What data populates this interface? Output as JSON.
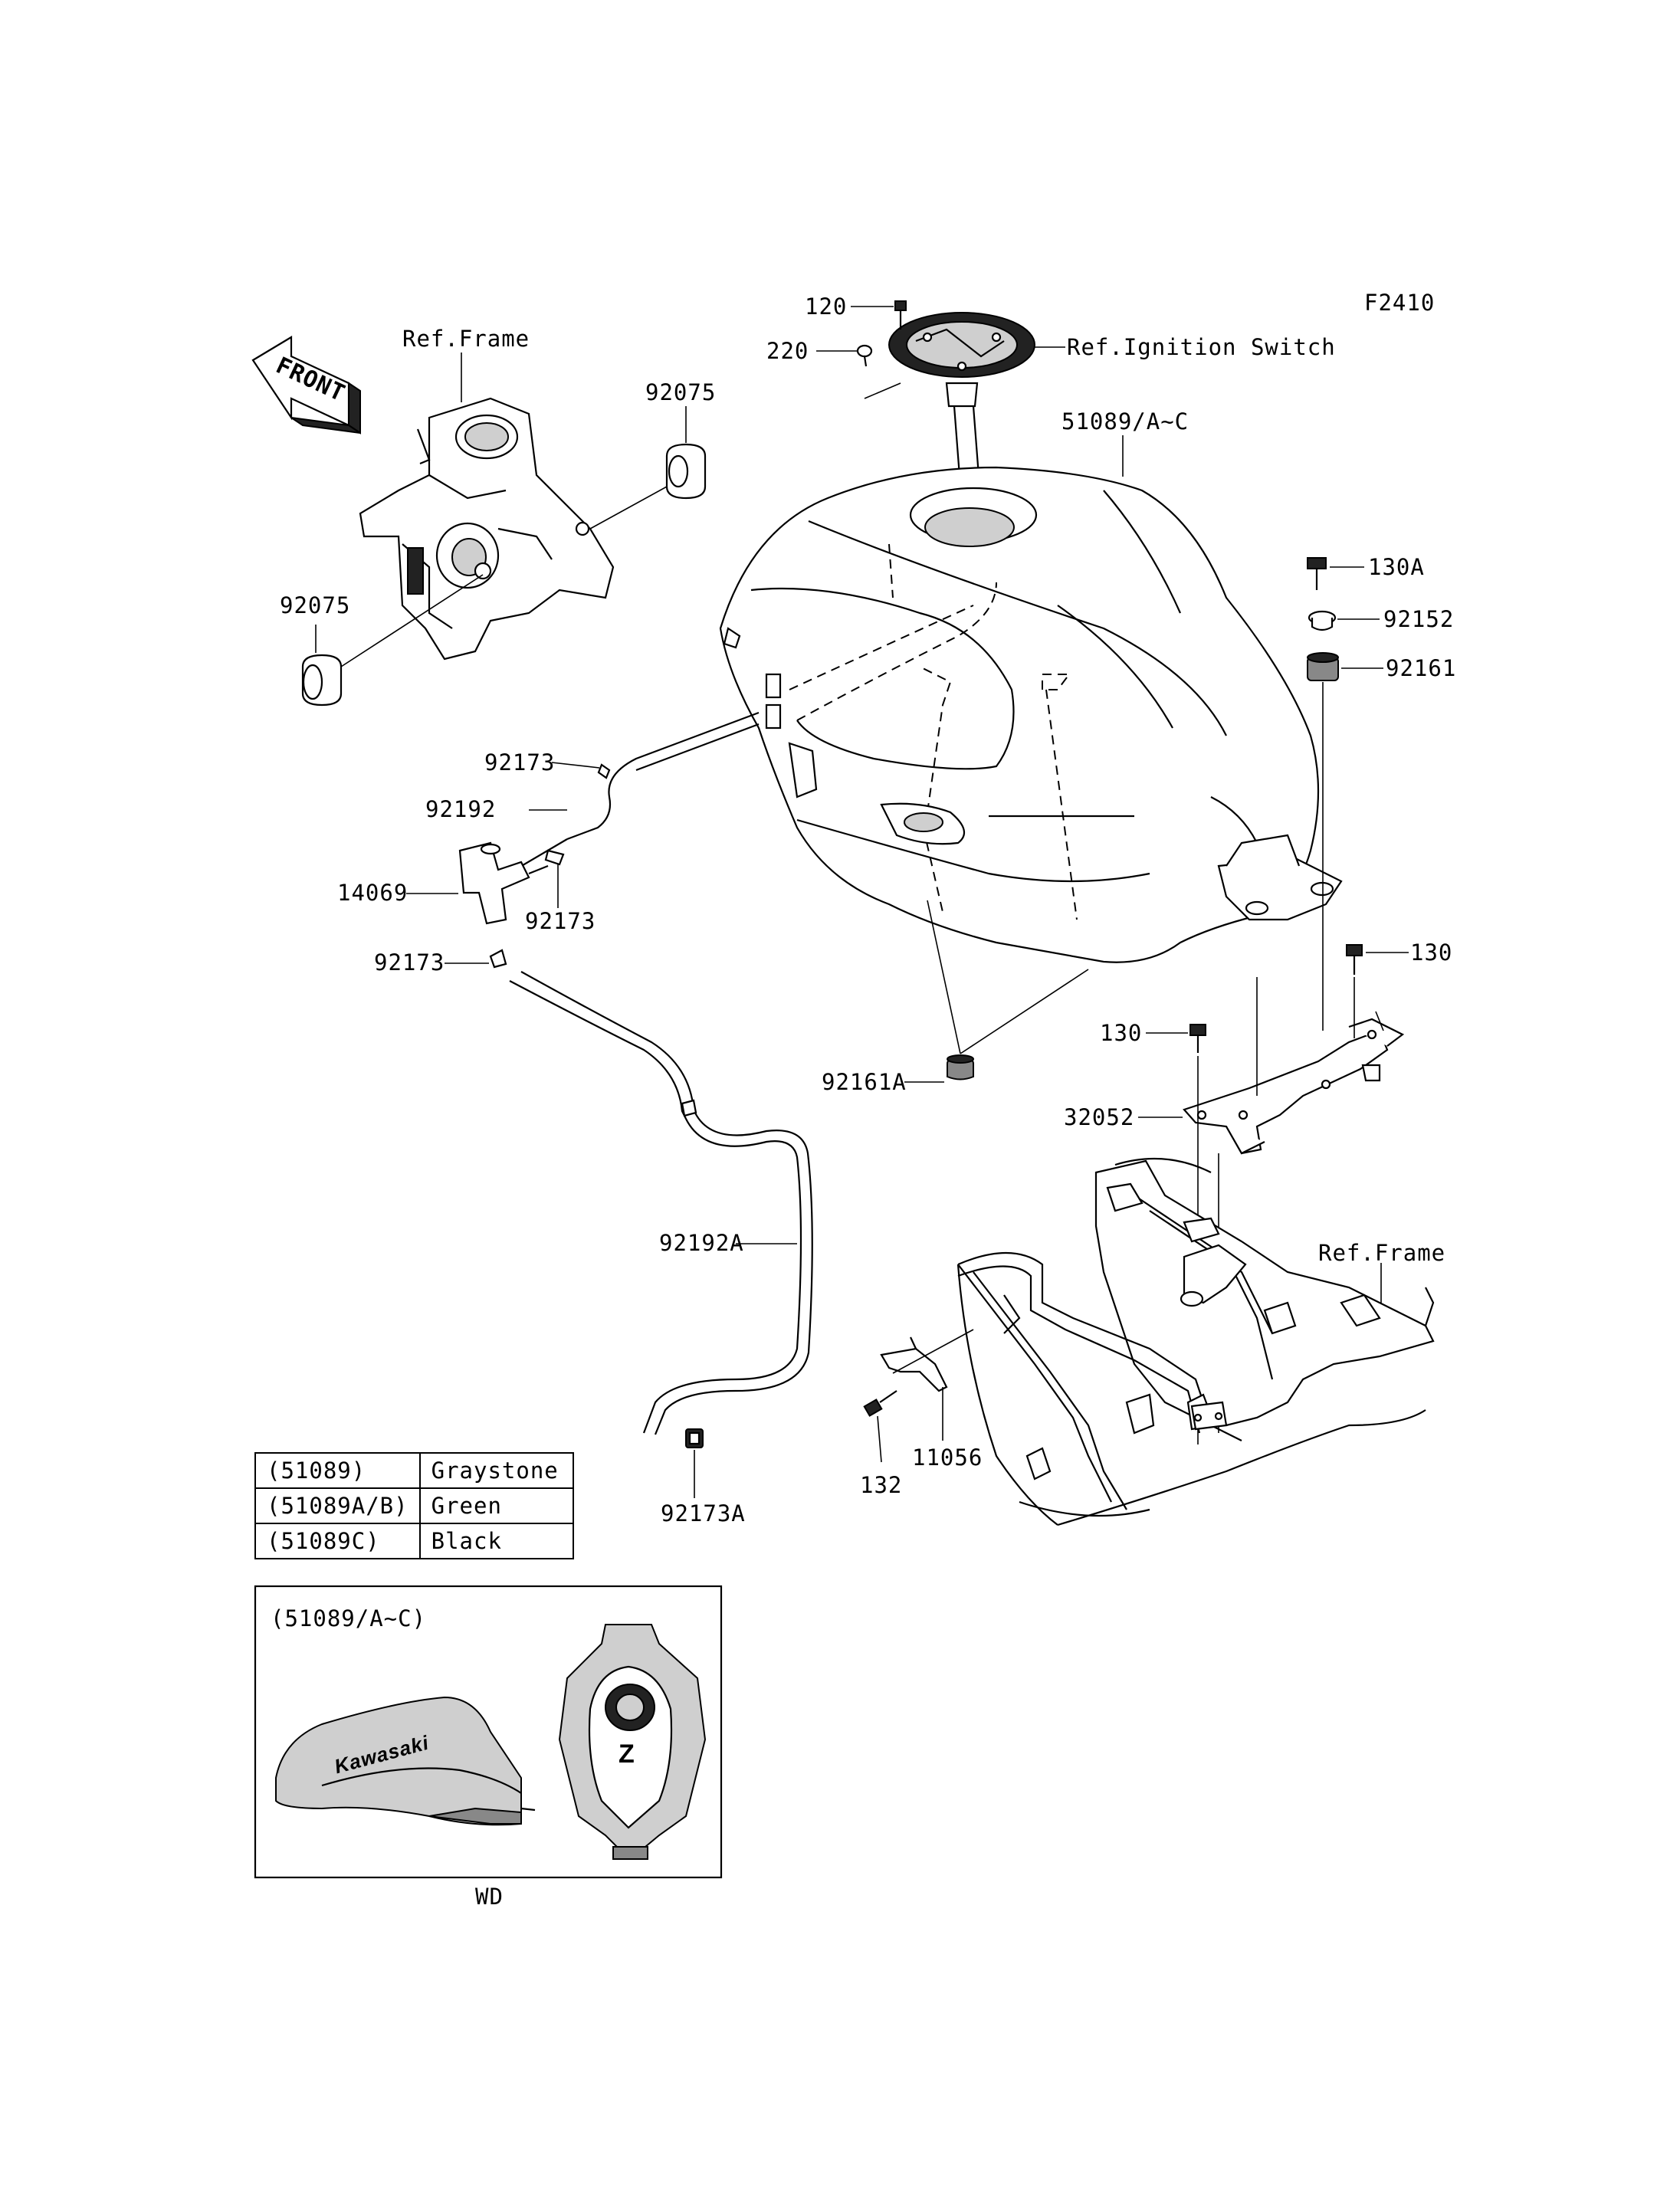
{
  "figure_code": "F2410",
  "front_label": "FRONT",
  "callouts": {
    "c120": "120",
    "c220": "220",
    "ref_ignition": "Ref.Ignition Switch",
    "ref_frame_top": "Ref.Frame",
    "c92075_top": "92075",
    "c51089": "51089/A~C",
    "c130a": "130A",
    "c92152": "92152",
    "c92161": "92161",
    "c92075_left": "92075",
    "c92173_a": "92173",
    "c92192": "92192",
    "c14069": "14069",
    "c92173_b": "92173",
    "c92173_c": "92173",
    "c130_right": "130",
    "c130_left": "130",
    "c92161a": "92161A",
    "c32052": "32052",
    "ref_frame_bottom": "Ref.Frame",
    "c92192a": "92192A",
    "c11056": "11056",
    "c132": "132",
    "c92173a": "92173A"
  },
  "color_table": [
    {
      "code": "(51089)",
      "color": "Graystone"
    },
    {
      "code": "(51089A/B)",
      "color": "Green"
    },
    {
      "code": "(51089C)",
      "color": "Black"
    }
  ],
  "inset": {
    "title": "(51089/A~C)",
    "brand_text": "Kawasaki",
    "emblem": "Z",
    "caption": "WD"
  }
}
